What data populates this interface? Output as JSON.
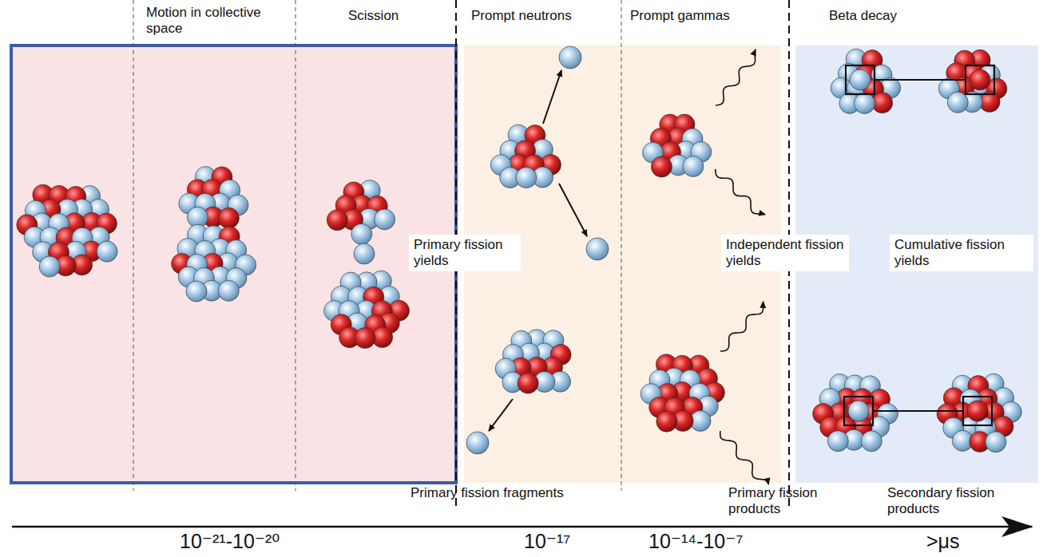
{
  "diagram": {
    "nodes": [
      {
        "text": [
          "Primary fission yields"
        ]
      },
      {
        "text": [
          "Independent fission yields"
        ]
      },
      {
        "text": [
          "Cumulative fission yields"
        ]
      }
    ],
    "labels": [
      "Motion in collective space",
      "Scission",
      "Prompt neutrons",
      "Prompt gammas",
      "Beta decay",
      "Primary fission fragments",
      "Primary fission products",
      "Secondary fission products",
      "10⁻²¹-10⁻²⁰",
      "10⁻¹⁷",
      "10⁻¹⁴-10⁻⁷",
      ">μs"
    ]
  }
}
